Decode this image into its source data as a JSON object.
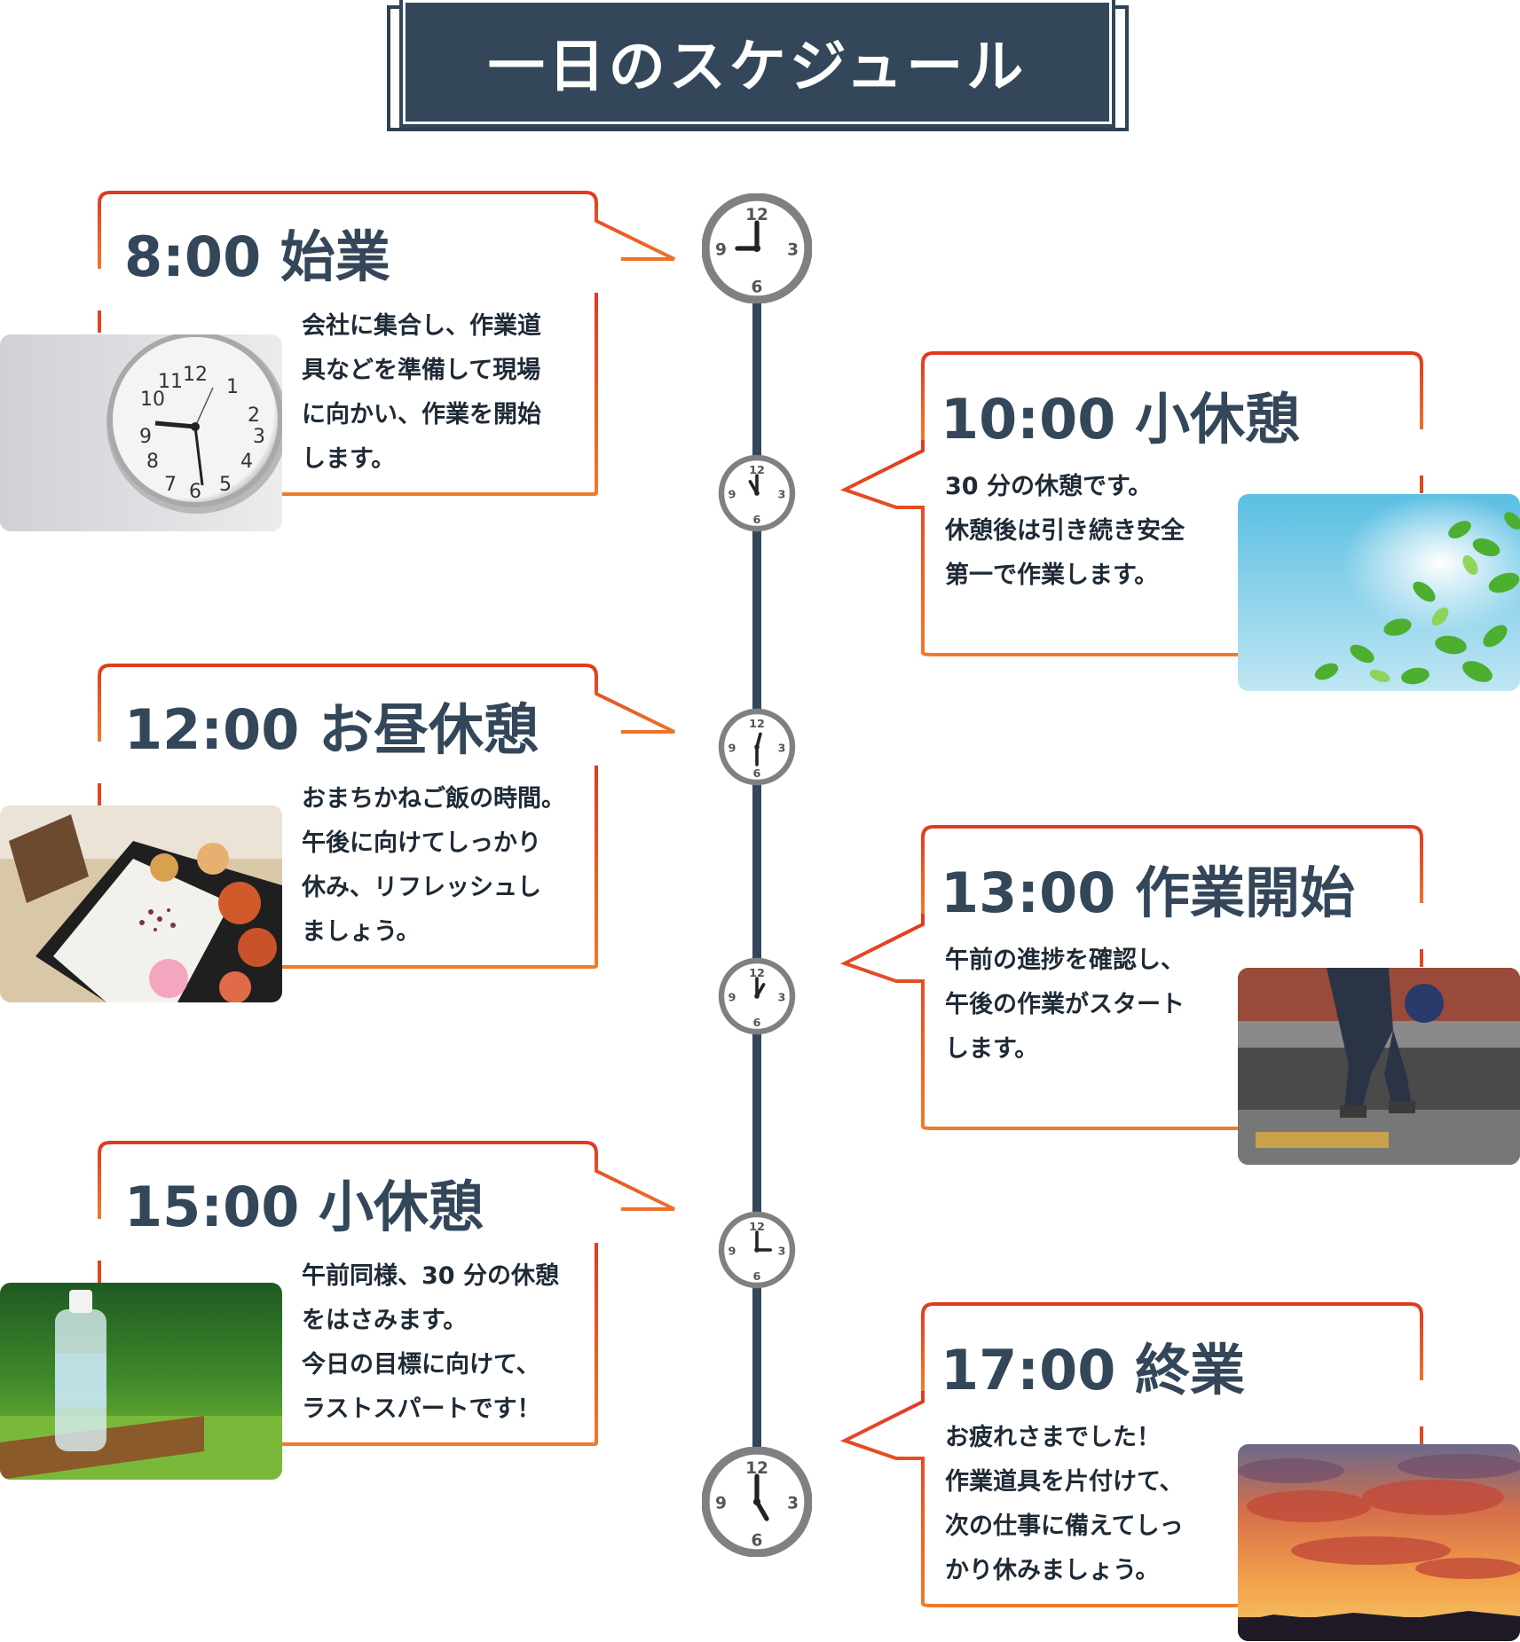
{
  "page": {
    "title": "一日のスケジュール"
  },
  "colors": {
    "navy": "#34475a",
    "border_red": "#e03a1e",
    "border_orange": "#f07a2c",
    "timeline": "#34475a",
    "clock_gray": "#808080"
  },
  "schedule": [
    {
      "time_title": "8:00 始業",
      "lines": [
        "会社に集合し、作業道",
        "具などを準備して現場",
        "に向かい、作業を開始",
        "します。"
      ],
      "photo_icon": "wall-clock-photo",
      "side": "left",
      "clock_time": "9:00"
    },
    {
      "time_title": "10:00 小休憩",
      "lines": [
        "30 分の休憩です。",
        "休憩後は引き続き安全",
        "第一で作業します。"
      ],
      "photo_icon": "green-leaves-sky-photo",
      "side": "right",
      "clock_time": "11:00"
    },
    {
      "time_title": "12:00 お昼休憩",
      "lines": [
        "おまちかねご飯の時間。",
        "午後に向けてしっかり",
        "休み、リフレッシュし",
        "ましょう。"
      ],
      "photo_icon": "bento-lunch-photo",
      "side": "left",
      "clock_time": "12:30"
    },
    {
      "time_title": "13:00 作業開始",
      "lines": [
        "午前の進捗を確認し、",
        "午後の作業がスタート",
        "します。"
      ],
      "photo_icon": "construction-worker-photo",
      "side": "right",
      "clock_time": "1:00"
    },
    {
      "time_title": "15:00 小休憩",
      "lines": [
        "午前同様、30 分の休憩",
        "をはさみます。",
        "今日の目標に向けて、",
        "ラストスパートです！"
      ],
      "photo_icon": "water-bottle-park-photo",
      "side": "left",
      "clock_time": "3:00"
    },
    {
      "time_title": "17:00 終業",
      "lines": [
        "お疲れさまでした！",
        "作業道具を片付けて、",
        "次の仕事に備えてしっ",
        "かり休みましょう。"
      ],
      "photo_icon": "sunset-sky-photo",
      "side": "right",
      "clock_time": "5:00"
    }
  ]
}
